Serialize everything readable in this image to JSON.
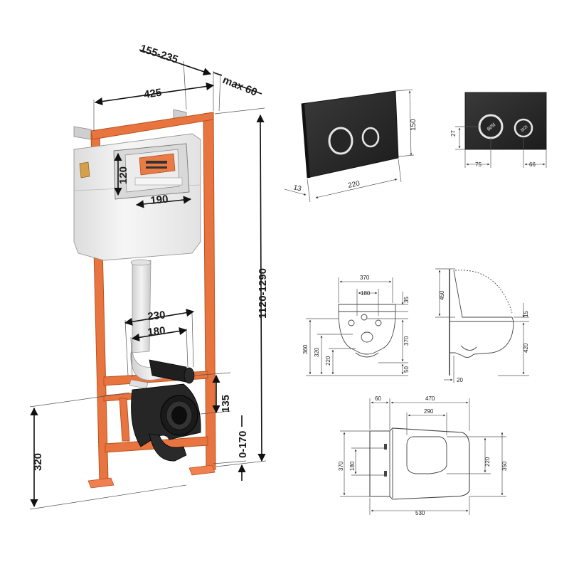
{
  "colors": {
    "frame": "#e8743f",
    "frame_dark": "#b85220",
    "plate": "#2a2a2a",
    "chrome": "#d8d8d8",
    "tank": "#f0f0f0",
    "pipe": "#e6e6e6"
  },
  "frame_dims": {
    "top_offset": "155-235",
    "depth": "max 60",
    "width": "425",
    "height": "1120-1290",
    "opening_height": "120",
    "opening_width": "190",
    "pin_outer": "230",
    "pin_inner": "180",
    "drain_height": "135",
    "adjust": "0-170",
    "floor_height": "320"
  },
  "plate_dims": {
    "thickness": "13",
    "width": "220",
    "height": "150",
    "button_offset": "27",
    "left_center": "75",
    "right_center": "66",
    "big_button_label": "6l/5l",
    "small_button_label": "3l/2l"
  },
  "bowl_front_dims": {
    "width_top": "370",
    "inner": "180",
    "top_gap": "35",
    "right_height": "370",
    "bottom_gap": "50",
    "left_outer": "360",
    "left_mid": "320",
    "left_inner": "220"
  },
  "bowl_side_dims": {
    "top": "450",
    "gap": "15",
    "bottom": "420",
    "foot": "20"
  },
  "bowl_top_dims": {
    "offset": "60",
    "length": "470",
    "inner_length": "290",
    "total_length": "530",
    "left_outer": "370",
    "left_inner": "180",
    "right_inner": "220",
    "right_outer": "350"
  }
}
